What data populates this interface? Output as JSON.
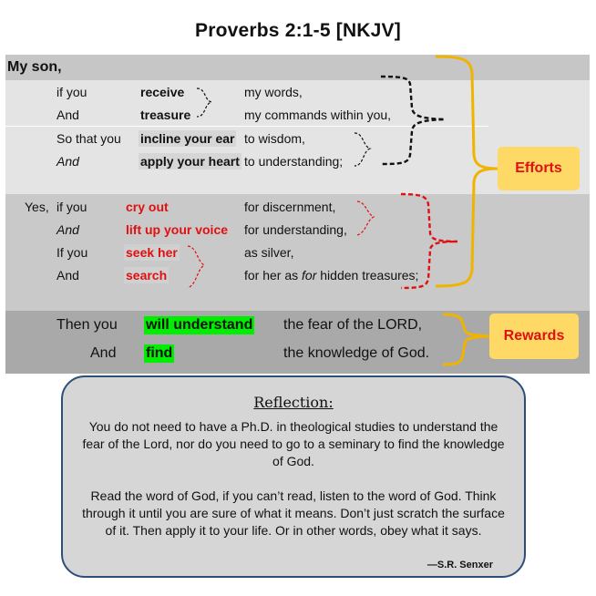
{
  "title": "Proverbs 2:1-5 [NKJV]",
  "intro": "My son,",
  "rows": [
    {
      "lead": "",
      "conj": "if you",
      "verb": "receive",
      "object": "my words,"
    },
    {
      "lead": "",
      "conj": "And",
      "verb": "treasure",
      "object": "my commands within you,"
    },
    {
      "lead": "",
      "conj": "So that you",
      "verb": "incline your ear",
      "object": "to wisdom,"
    },
    {
      "lead": "",
      "conj": "And",
      "verb": "apply your heart",
      "object": "to understanding;"
    },
    {
      "lead": "Yes,",
      "conj": "if you",
      "verb": "cry out",
      "object": "for discernment,"
    },
    {
      "lead": "",
      "conj": "And",
      "verb": "lift up your voice",
      "object": "for understanding,"
    },
    {
      "lead": "",
      "conj": "If you",
      "verb": "seek her",
      "object": "as silver,"
    },
    {
      "lead": "",
      "conj": "And",
      "verb": "search",
      "object_pre": "for her as ",
      "object_it": "for",
      "object_post": " hidden treasures;"
    }
  ],
  "rewards": [
    {
      "conj": "Then you",
      "verb": "will understand",
      "object": "the fear of the LORD,"
    },
    {
      "conj": "And",
      "verb": "find",
      "object": "the knowledge of God."
    }
  ],
  "labels": {
    "efforts": "Efforts",
    "rewards": "Rewards"
  },
  "reflection": {
    "title": "Reflection:",
    "p1": "You do not need to have a Ph.D. in theological studies to understand the fear of the Lord, nor do you need to go to a seminary to find the knowledge of God.",
    "p2": "Read the word of God, if you can’t read, listen to the word of God. Think through it until you are sure of what it means. Don’t just scratch the surface of it. Then apply it to your life. Or in other words, obey what it says.",
    "signature": "—S.R. Senxer"
  },
  "colors": {
    "brace_black": "#111111",
    "brace_red": "#e01010",
    "brace_gold": "#f0b400",
    "label_bg": "#ffd966",
    "box_border": "#2c4f7a"
  }
}
